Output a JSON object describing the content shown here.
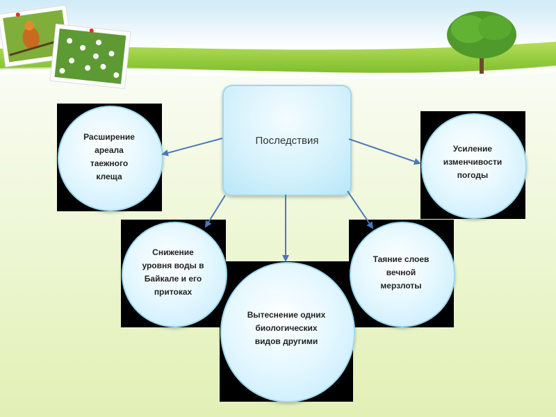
{
  "center": {
    "label": "Последствия"
  },
  "nodes": [
    {
      "id": "range",
      "label": "Расширение\nареала\nтаежного\nклеща"
    },
    {
      "id": "weather",
      "label": "Усиление\nизменчивости\nпогоды"
    },
    {
      "id": "baikal",
      "label": "Снижение\nуровня воды в\nБайкале и его\nпритоках"
    },
    {
      "id": "permafrost",
      "label": "Таяние слоев\nвечной\nмерзлоты"
    },
    {
      "id": "species",
      "label": "Вытеснение одних\nбиологических\nвидов другими"
    }
  ],
  "colors": {
    "arrow": "#4a78b8",
    "circle_border": "#9fd8f0",
    "grass": "#8cc63f"
  },
  "decor": {
    "photo_left": "bird-on-branch",
    "photo_right": "daisy-field",
    "tree": "green-tree"
  }
}
